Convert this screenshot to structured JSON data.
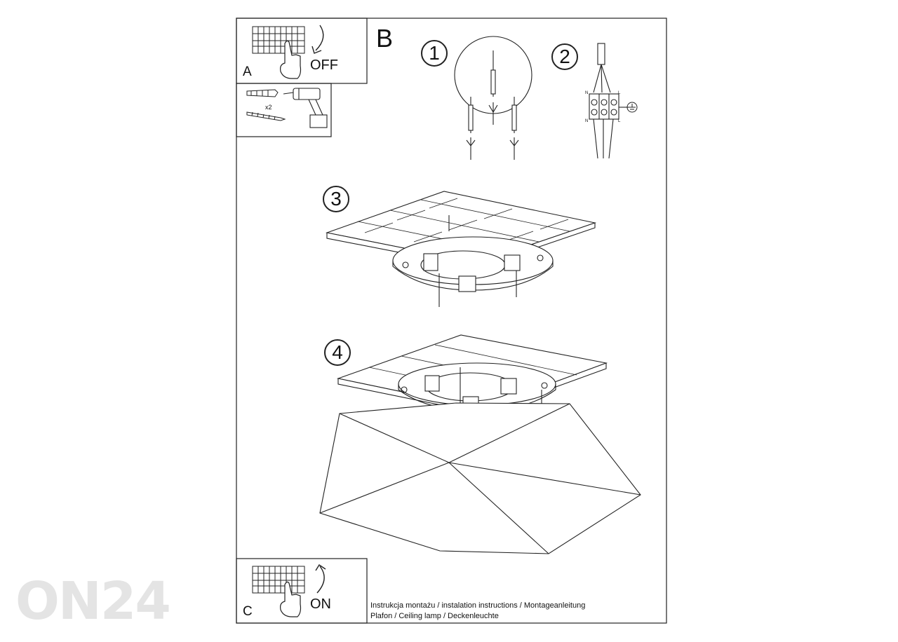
{
  "panels": {
    "a": {
      "letter": "A",
      "action": "OFF"
    },
    "b": {
      "letter": "B"
    },
    "c": {
      "letter": "C",
      "action": "ON"
    }
  },
  "tools": {
    "quantity": "x2"
  },
  "steps": [
    "1",
    "2",
    "3",
    "4"
  ],
  "wiring": {
    "n_top": "N",
    "l_top": "L",
    "n_bottom": "N",
    "l_bottom": "L"
  },
  "caption": {
    "line1": "Instrukcja montażu / instalation instructions / Montageanleitung",
    "line2": "Plafon / Ceiling lamp / Deckenleuchte"
  },
  "watermark": "ON24",
  "icons": [
    "breaker-box-icon",
    "hand-icon",
    "rotate-arrow-icon",
    "wall-plug-icon",
    "screw-icon",
    "drill-icon",
    "ground-symbol-icon"
  ]
}
